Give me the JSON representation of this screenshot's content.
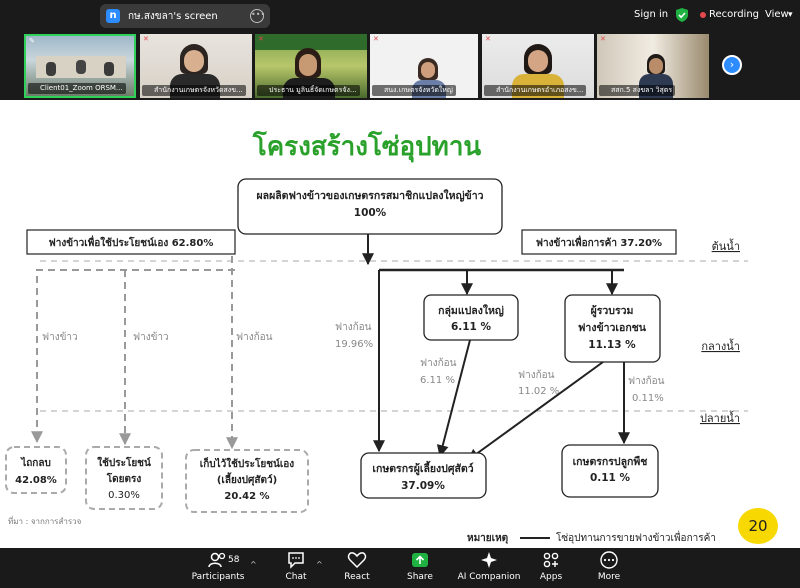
{
  "topbar": {
    "share_label": "กษ.สงขลา's screen",
    "share_icon": "n",
    "signin": "Sign in",
    "recording": "Recording",
    "view": "View"
  },
  "gallery": {
    "participants": [
      "Client01_Zoom ORSM...",
      "สำนักงานเกษตรจังหวัดสงข...",
      "ประธาน มูลินธิ์จัดเกษตรจัง...",
      "สนง.เกษตรจังหวัดใหญ่",
      "สำนักงานเกษตรอำเภอสงข...",
      "สสก.5 สงขลา วิสุตร"
    ]
  },
  "slide": {
    "title": "โครงสร้างโซ่อุปทาน",
    "top_box": {
      "line1": "ผลผลิตฟางข้าวของเกษตรกรสมาชิกแปลงใหญ่ข้าว",
      "line2": "100%"
    },
    "left_box": "ฟางข้าวเพื่อใช้ประโยชน์เอง  62.80%",
    "right_box": "ฟางข้าวเพื่อการค้า 37.20%",
    "zones": {
      "upstream": "ต้นน้ำ",
      "midstream": "กลางน้ำ",
      "downstream": "ปลายน้ำ"
    },
    "labels": {
      "straw1": "ฟางข้าว",
      "straw2": "ฟางข้าว",
      "block1": "ฟางก้อน",
      "block2": "ฟางก้อน",
      "block2_pct": "19.96%",
      "block3": "ฟางก้อน",
      "block3_pct": "6.11 %",
      "block4": "ฟางก้อน",
      "block4_pct": "11.02 %",
      "block5": "ฟางก้อน",
      "block5_pct": "0.11%"
    },
    "mid_left": {
      "line1": "กลุ่มแปลงใหญ่",
      "line2": "6.11 %"
    },
    "mid_right": {
      "line1": "ผู้รวบรวม",
      "line2": "ฟางข้าวเอกชน",
      "line3": "11.13 %"
    },
    "bottom": {
      "b1_line1": "ไถกลบ",
      "b1_line2": "42.08%",
      "b2_line1": "ใช้ประโยชน์",
      "b2_line2": "โดยตรง",
      "b2_line3": "0.30%",
      "b3_line1": "เก็บไว้ใช้ประโยชน์เอง",
      "b3_line2": "(เลี้ยงปศุสัตว์)",
      "b3_line3": "20.42 %",
      "b4_line1": "เกษตรกรผู้เลี้ยงปศุสัตว์",
      "b4_line2": "37.09%",
      "b5_line1": "เกษตรกรปลูกพืช",
      "b5_line2": "0.11 %"
    },
    "source": "ที่มา : จากการสำรวจ",
    "note_label": "หมายเหตุ",
    "note_text": "โซ่อุปทานการขายฟางข้าวเพื่อการค้า",
    "page_number": "20"
  },
  "toolbar": {
    "participants_count": "58",
    "participants": "Participants",
    "chat": "Chat",
    "react": "React",
    "share": "Share",
    "ai": "AI Companion",
    "apps": "Apps",
    "more": "More"
  },
  "colors": {
    "title_green": "#2aa12a",
    "share_green": "#1fb141",
    "zoom_blue": "#2d8cff",
    "badge_yellow": "#f7d800"
  }
}
